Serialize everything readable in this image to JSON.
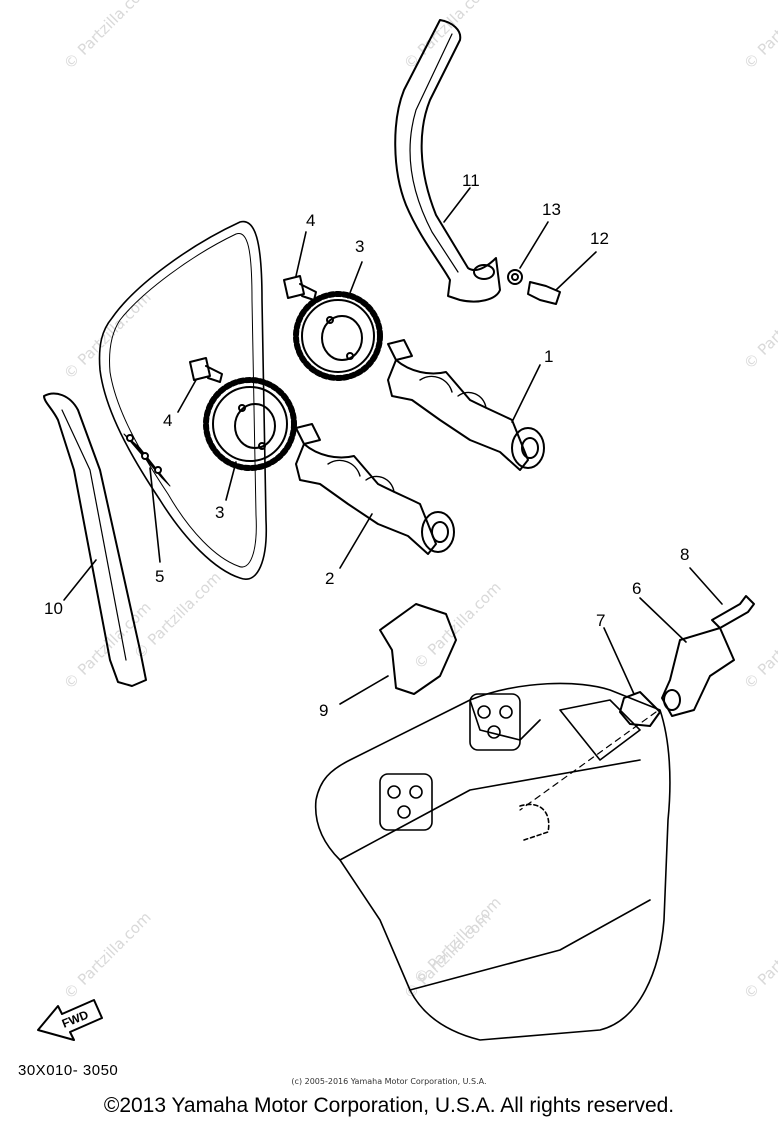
{
  "watermark_text": "© Partzilla.com",
  "callouts": [
    {
      "id": "c1",
      "label": "1"
    },
    {
      "id": "c2",
      "label": "2"
    },
    {
      "id": "c3a",
      "label": "3"
    },
    {
      "id": "c3b",
      "label": "3"
    },
    {
      "id": "c4a",
      "label": "4"
    },
    {
      "id": "c4b",
      "label": "4"
    },
    {
      "id": "c5",
      "label": "5"
    },
    {
      "id": "c6",
      "label": "6"
    },
    {
      "id": "c7",
      "label": "7"
    },
    {
      "id": "c8",
      "label": "8"
    },
    {
      "id": "c9",
      "label": "9"
    },
    {
      "id": "c10",
      "label": "10"
    },
    {
      "id": "c11",
      "label": "11"
    },
    {
      "id": "c12",
      "label": "12"
    },
    {
      "id": "c13",
      "label": "13"
    }
  ],
  "fwd_label": "FWD",
  "diagram_code": "30X010- 3050",
  "small_copyright": "(c) 2005-2016 Yamaha Motor Corporation, U.S.A.",
  "copyright": "©2013 Yamaha Motor Corporation, U.S.A. All rights reserved."
}
